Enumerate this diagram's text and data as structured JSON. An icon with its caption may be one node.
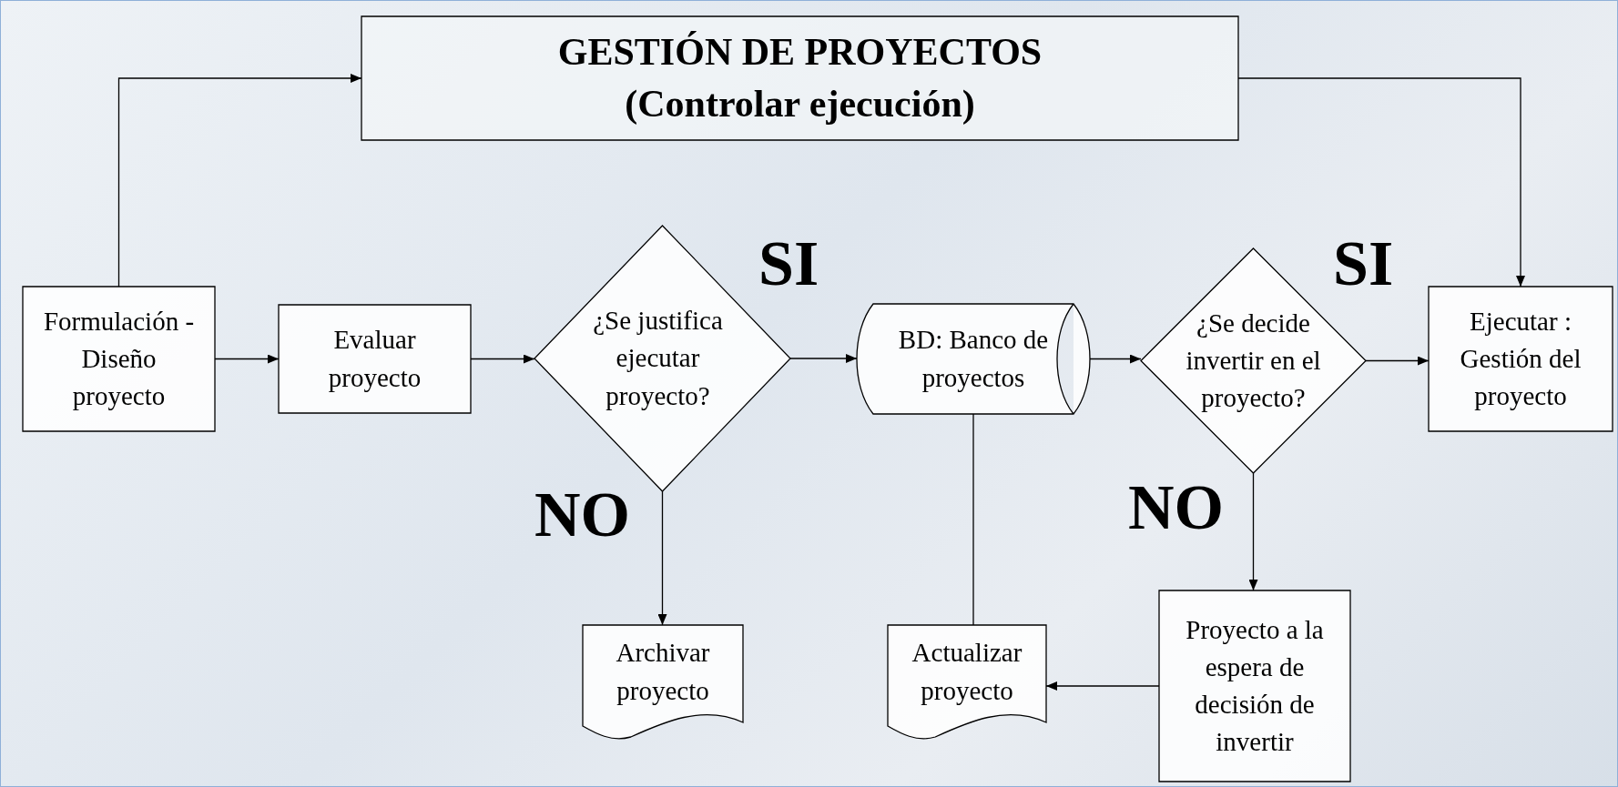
{
  "diagram": {
    "nodes": [
      {
        "text": [
          "GESTIÓN DE PROYECTOS",
          "(Controlar ejecución)"
        ]
      },
      {
        "text": [
          "Formulación - Diseño proyecto"
        ]
      },
      {
        "text": [
          "Evaluar proyecto"
        ]
      },
      {
        "text": [
          "¿Se justifica ejecutar proyecto?"
        ]
      },
      {
        "text": [
          "BD: Banco de proyectos"
        ]
      },
      {
        "text": [
          "¿Se decide invertir en el proyecto?"
        ]
      },
      {
        "text": [
          "Ejecutar : Gestión del proyecto"
        ]
      },
      {
        "text": [
          "Archivar proyecto"
        ]
      },
      {
        "text": [
          "Actualizar proyecto"
        ]
      },
      {
        "text": [
          "Proyecto a la espera de decisión de invertir"
        ]
      }
    ],
    "edges": [
      {
        "from": 1,
        "to": 0,
        "arrow": "to"
      },
      {
        "from": 0,
        "to": 6,
        "arrow": "to"
      },
      {
        "from": 1,
        "to": 2,
        "arrow": "to"
      },
      {
        "from": 2,
        "to": 3,
        "arrow": "to"
      },
      {
        "from": 3,
        "to": 4,
        "arrow": "to"
      },
      {
        "from": 4,
        "to": 5,
        "arrow": "to"
      },
      {
        "from": 5,
        "to": 6,
        "arrow": "to"
      },
      {
        "from": 3,
        "to": 7,
        "arrow": "to"
      },
      {
        "from": 4,
        "to": 8,
        "arrow": "none"
      },
      {
        "from": 5,
        "to": 9,
        "arrow": "to"
      },
      {
        "from": 9,
        "to": 8,
        "arrow": "to"
      }
    ],
    "labels": [
      "SI",
      "NO",
      "SI",
      "NO"
    ]
  }
}
